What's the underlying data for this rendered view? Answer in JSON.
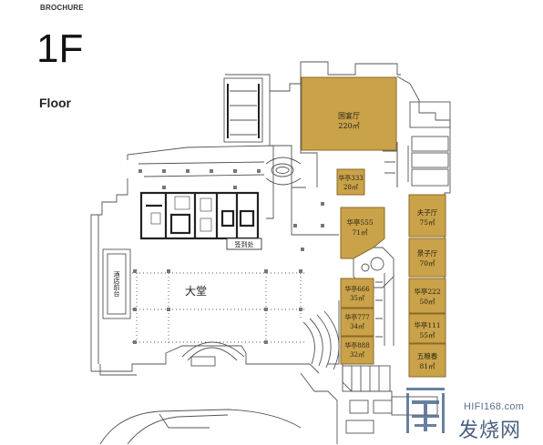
{
  "header": {
    "brochure": "BROCHURE",
    "floor_number": "1F",
    "floor_label": "Floor"
  },
  "rooms": {
    "guoyan": {
      "name": "国宴厅",
      "area": "220㎡"
    },
    "huating333": {
      "name": "华亭333",
      "area": "28㎡"
    },
    "huating555": {
      "name": "华亭555",
      "area": "71㎡"
    },
    "fuzi": {
      "name": "夫子厅",
      "area": "75㎡"
    },
    "jingzi": {
      "name": "景子厅",
      "area": "70㎡"
    },
    "huating666": {
      "name": "华亭666",
      "area": "35㎡"
    },
    "huating777": {
      "name": "华亭777",
      "area": "34㎡"
    },
    "huating888": {
      "name": "华亭888",
      "area": "32㎡"
    },
    "huating222": {
      "name": "华亭222",
      "area": "50㎡"
    },
    "huating111": {
      "name": "华亭111",
      "area": "55㎡"
    },
    "wuliangchun": {
      "name": "五粮春",
      "area": "81㎡"
    }
  },
  "labels": {
    "lobby": "大堂",
    "hotel_front_desk": "酒店前台",
    "checkin": "签到处"
  },
  "watermark": {
    "site": "HIFI168.com",
    "cn": "发烧网"
  },
  "colors": {
    "room_fill": "#c9a24a",
    "room_stroke": "#8a6a25",
    "wall": "#555555",
    "dark_wall": "#222222"
  }
}
